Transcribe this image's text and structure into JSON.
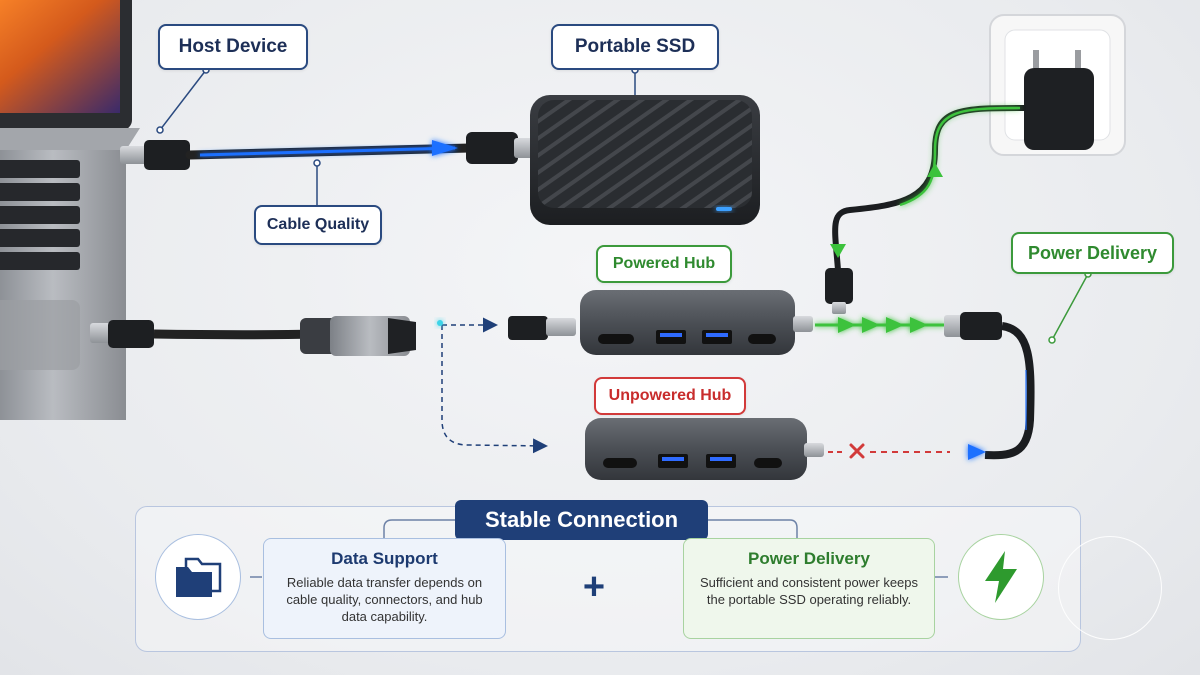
{
  "labels": {
    "host_device": "Host Device",
    "portable_ssd": "Portable SSD",
    "cable_quality": "Cable Quality",
    "powered_hub": "Powered Hub",
    "unpowered_hub": "Unpowered Hub",
    "power_delivery": "Power Delivery"
  },
  "summary": {
    "title": "Stable Connection",
    "plus": "+",
    "data_support": {
      "title": "Data Support",
      "text": "Reliable data transfer depends on cable quality, connectors, and hub data capability."
    },
    "power_delivery": {
      "title": "Power Delivery",
      "text": "Sufficient and consistent power keeps the portable SSD operating reliably."
    }
  },
  "colors": {
    "navy": "#1f3f78",
    "data_blue": "#1e6fff",
    "power_green": "#3cc23c",
    "error_red": "#d23a3a"
  },
  "icons": [
    "folder-icon",
    "lightning-bolt-icon",
    "failure-x-icon",
    "ssd-status-led"
  ]
}
